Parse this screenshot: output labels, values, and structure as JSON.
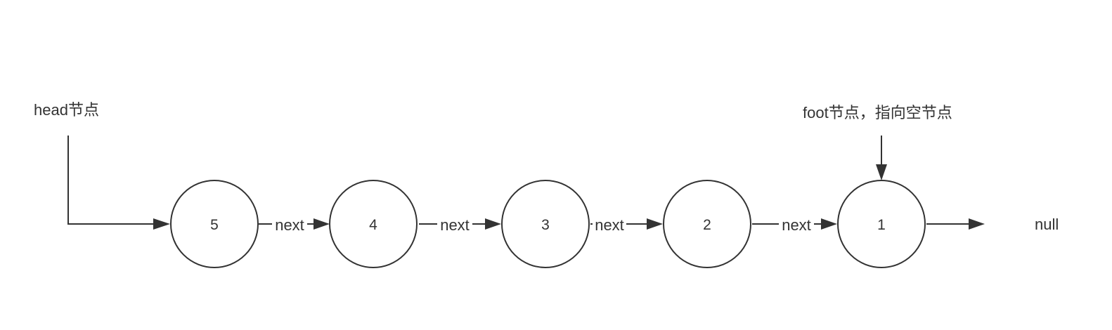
{
  "diagram": {
    "nodes": [
      {
        "id": "n5",
        "value": "5"
      },
      {
        "id": "n4",
        "value": "4"
      },
      {
        "id": "n3",
        "value": "3"
      },
      {
        "id": "n2",
        "value": "2"
      },
      {
        "id": "n1",
        "value": "1"
      }
    ],
    "edges": [
      {
        "from": "n5",
        "to": "n4",
        "label": "next"
      },
      {
        "from": "n4",
        "to": "n3",
        "label": "next"
      },
      {
        "from": "n3",
        "to": "n2",
        "label": "next"
      },
      {
        "from": "n2",
        "to": "n1",
        "label": "next"
      }
    ],
    "head_label": "head节点",
    "foot_label": "foot节点，指向空节点",
    "null_label": "null",
    "colors": {
      "stroke": "#333333",
      "text": "#333333",
      "background": "#ffffff"
    }
  }
}
